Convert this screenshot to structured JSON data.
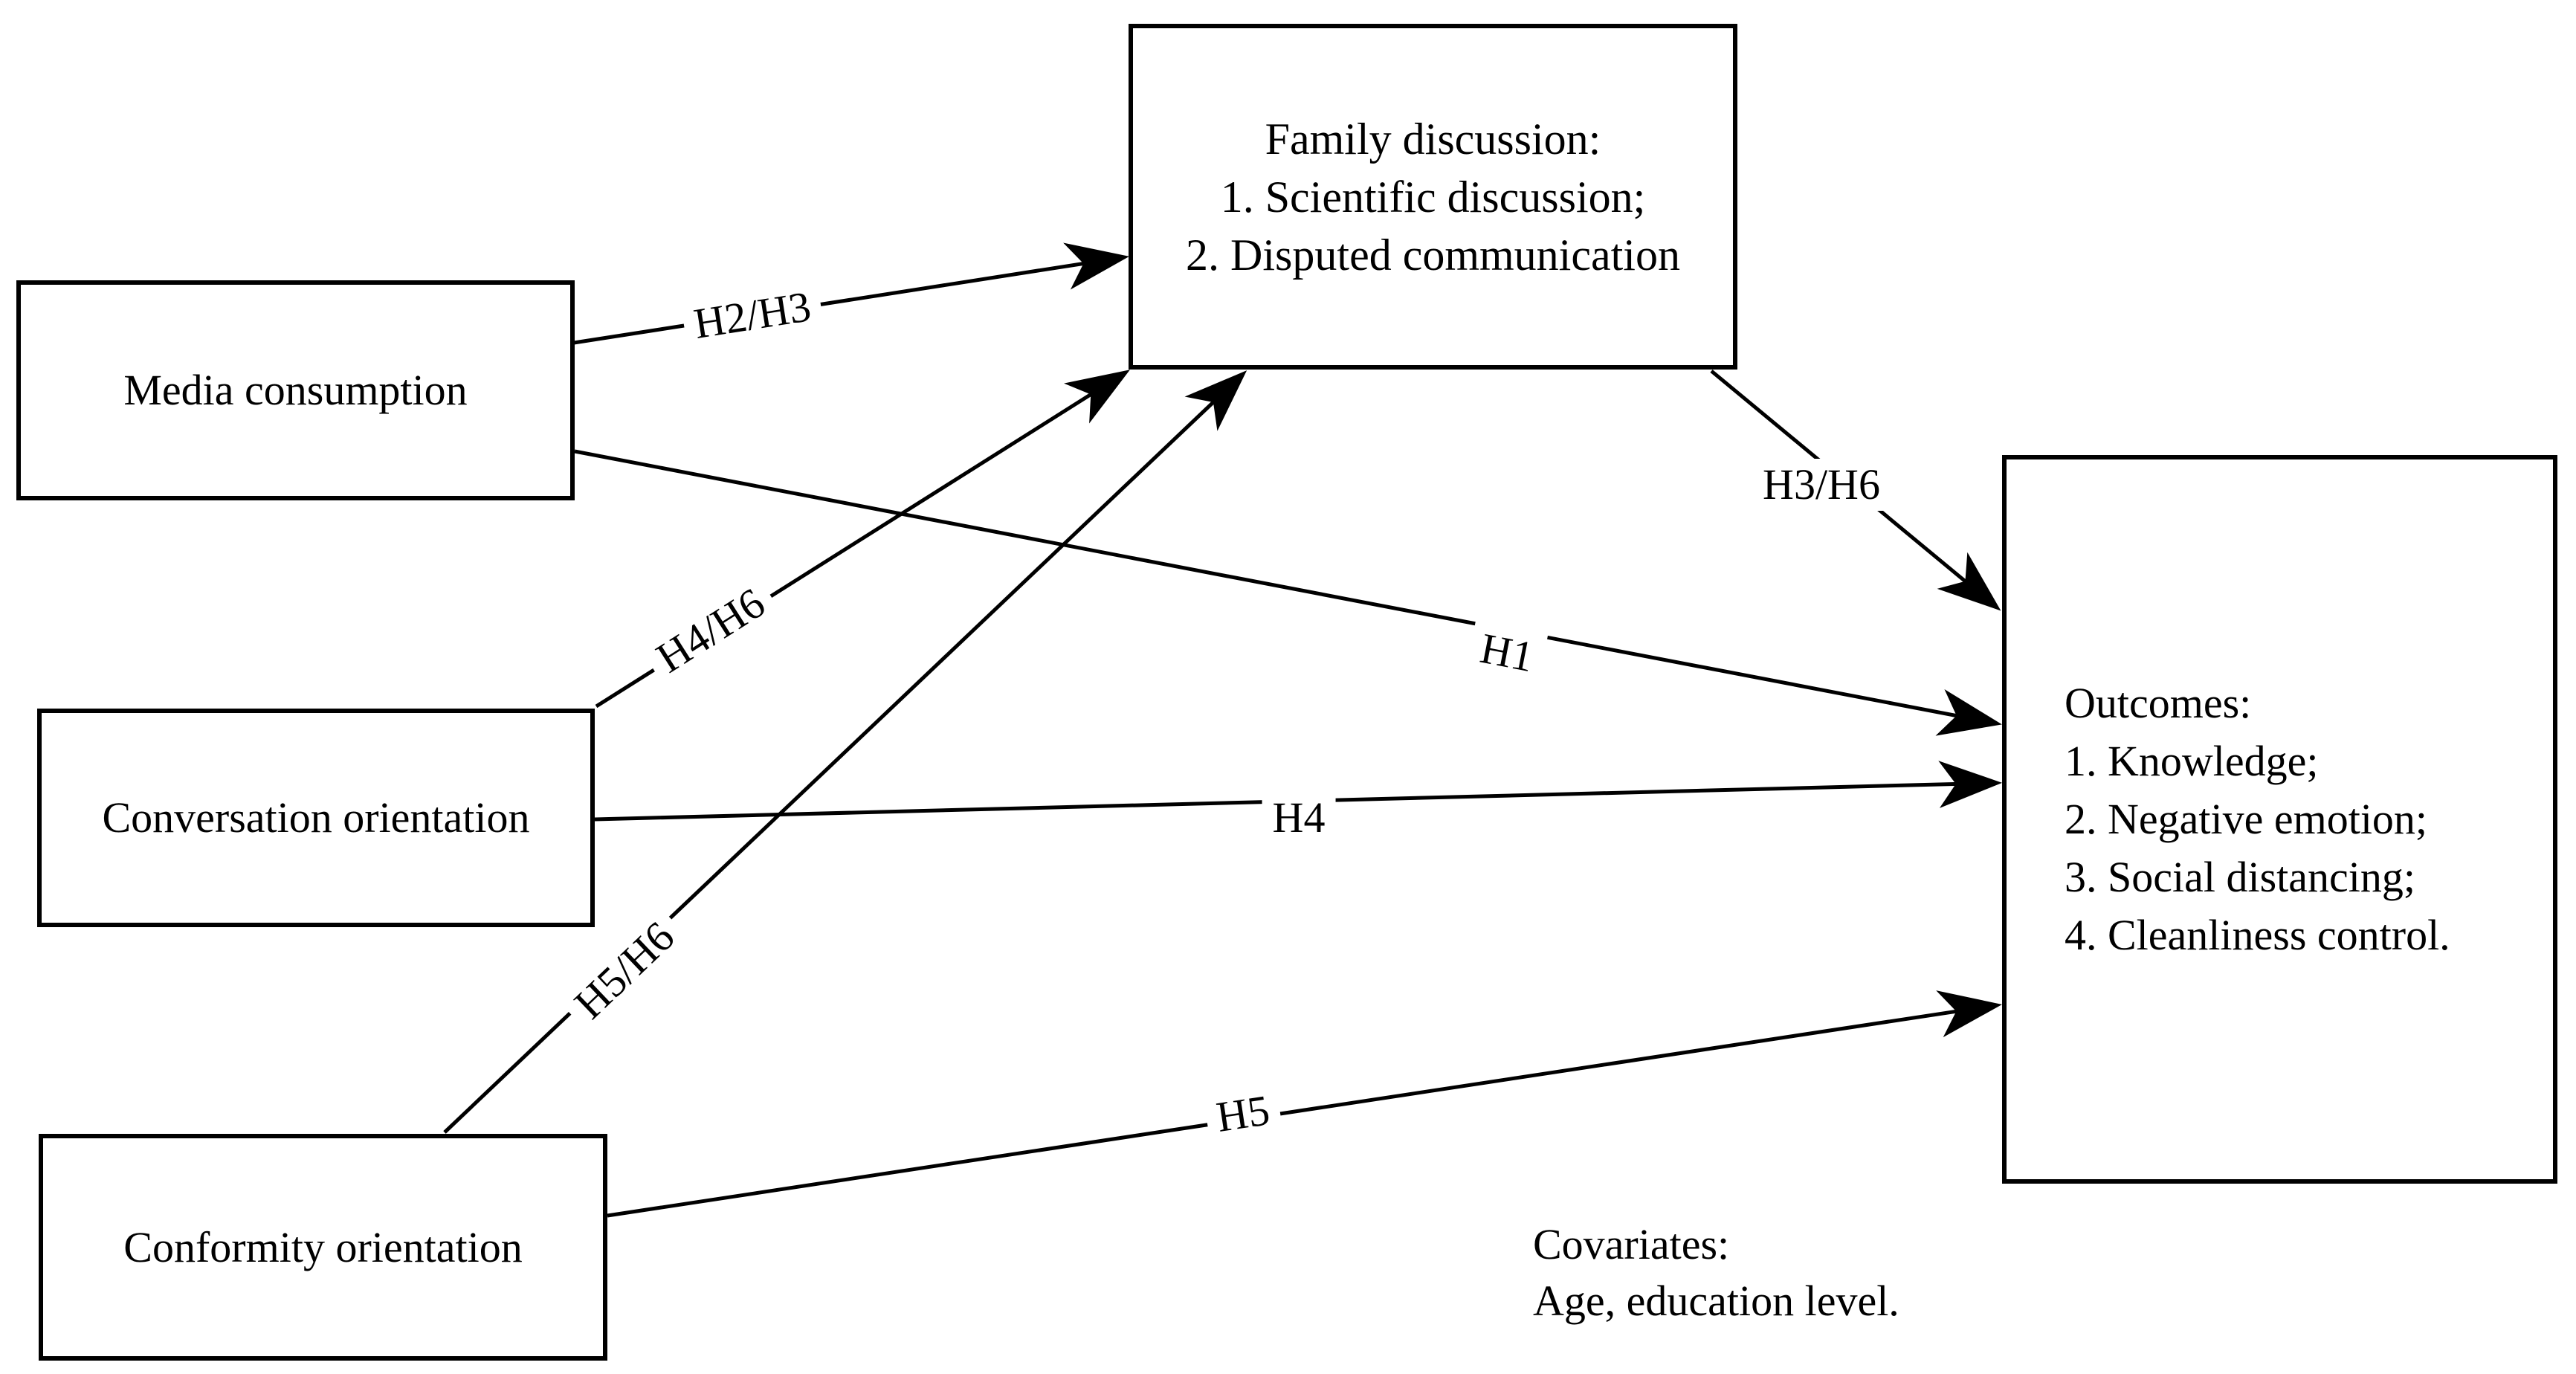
{
  "diagram": {
    "nodes": {
      "media": {
        "label": "Media consumption"
      },
      "conversation": {
        "label": "Conversation orientation"
      },
      "conformity": {
        "label": "Conformity orientation"
      },
      "family": {
        "title": "Family discussion:",
        "items": [
          "1. Scientific discussion;",
          "2. Disputed communication"
        ]
      },
      "outcomes": {
        "title": "Outcomes:",
        "items": [
          "1. Knowledge;",
          "2. Negative emotion;",
          "3. Social distancing;",
          "4. Cleanliness control."
        ]
      }
    },
    "edges": [
      {
        "id": "h2h3",
        "label": "H2/H3",
        "from": "Media consumption",
        "to": "Family discussion"
      },
      {
        "id": "h4h6",
        "label": "H4/H6",
        "from": "Conversation orientation",
        "to": "Family discussion"
      },
      {
        "id": "h5h6",
        "label": "H5/H6",
        "from": "Conformity orientation",
        "to": "Family discussion"
      },
      {
        "id": "h3h6",
        "label": "H3/H6",
        "from": "Family discussion",
        "to": "Outcomes"
      },
      {
        "id": "h1",
        "label": "H1",
        "from": "Media consumption",
        "to": "Outcomes"
      },
      {
        "id": "h4",
        "label": "H4",
        "from": "Conversation orientation",
        "to": "Outcomes"
      },
      {
        "id": "h5",
        "label": "H5",
        "from": "Conformity orientation",
        "to": "Outcomes"
      }
    ],
    "covariates": {
      "title": "Covariates:",
      "detail": "Age, education level."
    },
    "colors": {
      "background": "#ffffff",
      "stroke": "#000000",
      "text": "#000000"
    }
  }
}
